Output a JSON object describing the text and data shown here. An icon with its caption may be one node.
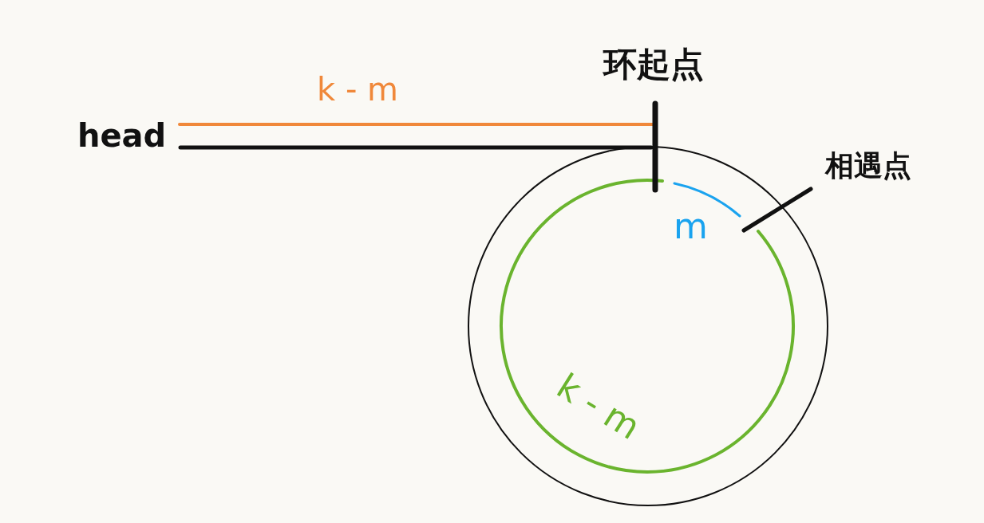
{
  "diagram": {
    "labels": [
      "环起点",
      "k - m",
      "head",
      "相遇点",
      "m",
      "k - m"
    ]
  }
}
